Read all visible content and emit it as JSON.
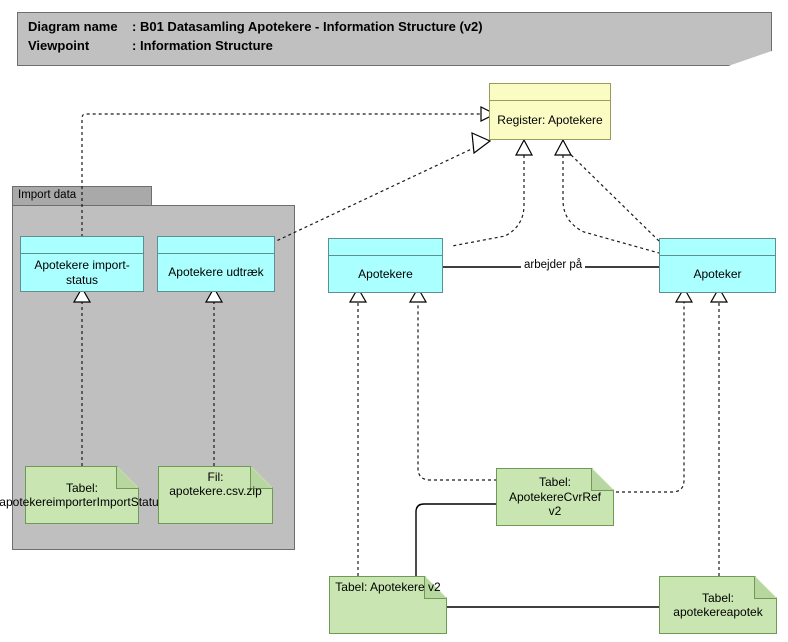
{
  "header": {
    "label_name": "Diagram name",
    "label_viewpoint": "Viewpoint",
    "sep": ":",
    "diagram_name": "B01 Datasamling Apotekere - Information Structure (v2)",
    "viewpoint": "Information Structure"
  },
  "group": {
    "title": "Import data"
  },
  "nodes": {
    "register": "Register: Apotekere",
    "import_status": "Apotekere import-status",
    "udtraek": "Apotekere udtræk",
    "apotekere": "Apotekere",
    "apoteker": "Apoteker",
    "tabel_importstatus": "Tabel: apotekereimporterImportStatus",
    "fil_csv": "Fil: apotekere.csv.zip",
    "tabel_cvrref": "Tabel: ApotekereCvrRef v2",
    "tabel_apotekere_v2": "Tabel: Apotekere v2",
    "tabel_apotekereapotek": "Tabel: apotekereapotek"
  },
  "edges": {
    "arbejder_paa": "arbejder på"
  },
  "colors": {
    "yellow_fill": "#fbfbc4",
    "cyan_fill": "#aaffff",
    "green_fill": "#c9e6b2",
    "group_fill": "#bfbfbf",
    "group_tab_fill": "#a9a9a9",
    "title_fill": "#c0c0c0",
    "edge_stroke": "#1a1a1a"
  }
}
